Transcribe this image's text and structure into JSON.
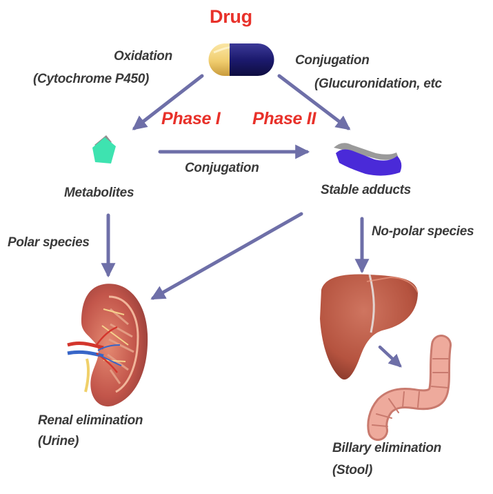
{
  "title": "Drug",
  "phase1": "Phase I",
  "phase2": "Phase II",
  "oxidation": {
    "line1": "Oxidation",
    "line2": "(Cytochrome P450)"
  },
  "conjugation_top": {
    "line1": "Conjugation",
    "line2": "(Glucuronidation, etc"
  },
  "conjugation_mid": "Conjugation",
  "metabolites": "Metabolites",
  "stable_adducts": "Stable adducts",
  "polar_species": "Polar species",
  "nonpolar_species": "No-polar species",
  "renal": {
    "line1": "Renal elimination",
    "line2": "(Urine)"
  },
  "biliary": {
    "line1": "Billary elimination",
    "line2": "(Stool)"
  },
  "colors": {
    "arrow": "#6e6fa8",
    "accent_red": "#e8312a",
    "capsule_yellow": "#f2d27a",
    "capsule_navy": "#1c1a6e",
    "metabolite_teal": "#3ee3b0",
    "adduct_blue": "#4a2ad8",
    "organ_liver": "#b5533f",
    "organ_kidney": "#c2554a",
    "organ_intestine": "#e8a69a"
  },
  "icons": [
    "capsule-icon",
    "pentagon-icon",
    "adduct-shape-icon",
    "kidney-icon",
    "liver-icon",
    "intestine-icon"
  ]
}
